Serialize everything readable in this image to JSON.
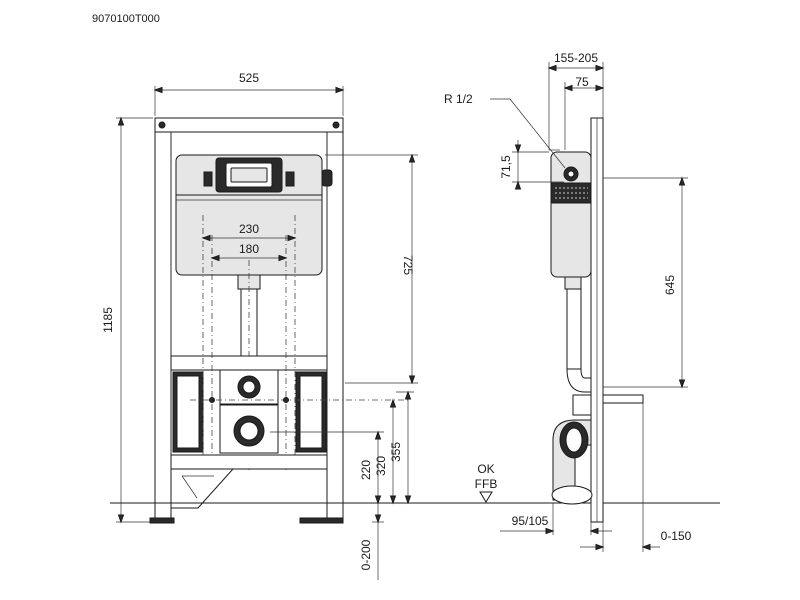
{
  "drawing": {
    "code": "9070100T000",
    "front_view": {
      "width": "525",
      "height": "1185",
      "flush_plate_height": "725",
      "bolt_spacing_outer": "230",
      "bolt_spacing_inner": "180",
      "inlet_height": "355",
      "outlet_height": "320",
      "lower_height": "220",
      "floor_adjust": "0-200"
    },
    "side_view": {
      "water_inlet": "R 1/2",
      "depth_range": "155-205",
      "depth": "75",
      "inlet_offset": "71,5",
      "cistern_height": "645",
      "finished_floor_top": "OK",
      "finished_floor_bottom": "FFB",
      "outlet_depth": "95/105",
      "wall_adjust": "0-150"
    }
  }
}
